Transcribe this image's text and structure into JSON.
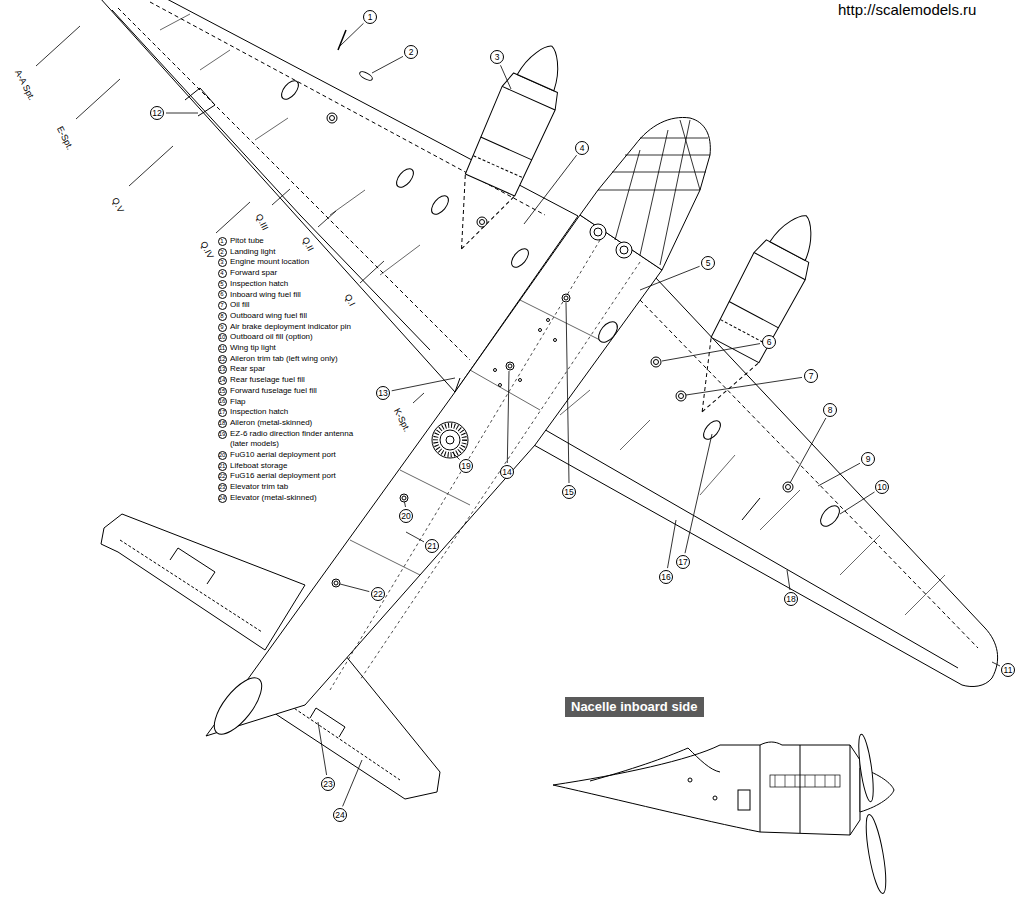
{
  "diagram": {
    "nodes": [
      {
        "text": [
          "Nacelle inboard side"
        ]
      }
    ],
    "labels": [
      "http://scalemodels.ru",
      "1",
      "2",
      "3",
      "4",
      "5",
      "6",
      "7",
      "8",
      "9",
      "10",
      "11",
      "12",
      "13",
      "14",
      "15",
      "16",
      "17",
      "18",
      "19",
      "20",
      "21",
      "22",
      "23",
      "24",
      "1",
      "Pitot tube",
      "2",
      "Landing light",
      "3",
      "Engine mount location",
      "4",
      "Forward spar",
      "5",
      "Inspection hatch",
      "6",
      "Inboard wing fuel fill",
      "7",
      "Oil fill",
      "8",
      "Outboard wing fuel fill",
      "9",
      "Air brake deployment indicator pin",
      "10",
      "Outboard oil fill (option)",
      "11",
      "Wing tip light",
      "12",
      "Aileron trim tab (left wing only)",
      "13",
      "Rear spar",
      "14",
      "Rear fuselage fuel fill",
      "15",
      "Forward fuselage fuel fill",
      "16",
      "Flap",
      "17",
      "Inspection hatch",
      "18",
      "Aileron (metal-skinned)",
      "19",
      "EZ-6 radio direction finder antenna (later models)",
      "20",
      "FuG10 aerial deployment port",
      "21",
      "Lifeboat storage",
      "22",
      "FuG16 aerial deployment port",
      "23",
      "Elevator trim tab",
      "24",
      "Elevator (metal-skinned)",
      "A-A Spt.",
      "E-Spt.",
      "Q.V",
      "Q.IV",
      "Q.III",
      "Q.II",
      "Q.I",
      "K-Spt."
    ]
  }
}
